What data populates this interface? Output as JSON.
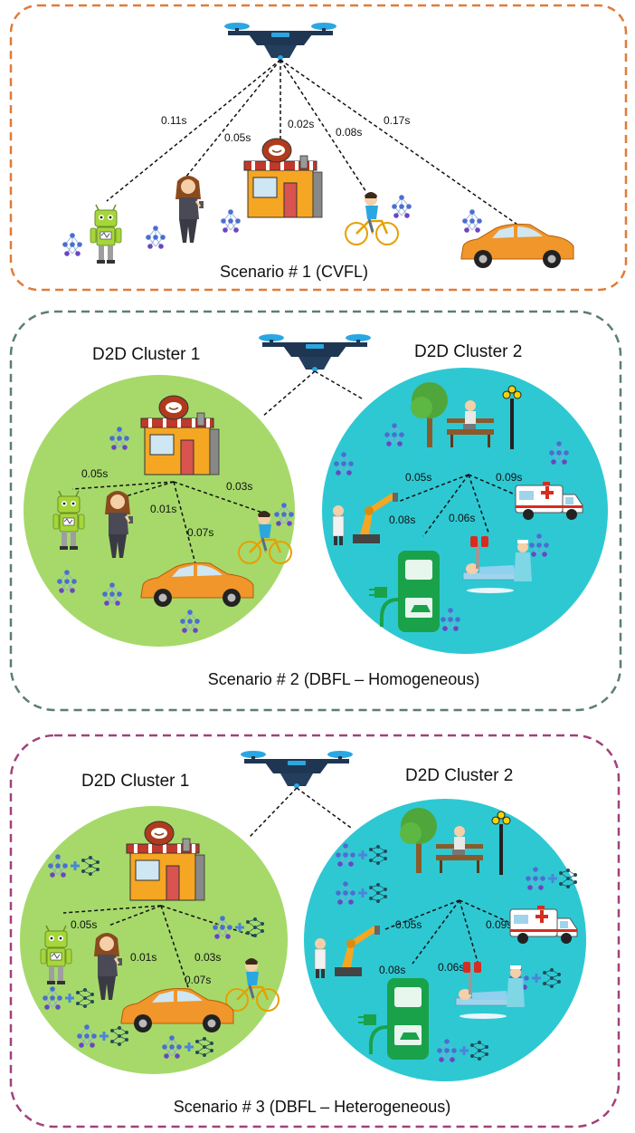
{
  "colors": {
    "panel1_border": "#e07b39",
    "panel2_border": "#5b7f6f",
    "panel3_border": "#a0427a",
    "cluster_green": "#a6d96a",
    "cluster_cyan": "#2ec8d3",
    "drone_body": "#1f3653",
    "drone_rotor": "#2aa7e1"
  },
  "scenario1": {
    "caption": "Scenario # 1 (CVFL)",
    "latencies": [
      "0.11s",
      "0.05s",
      "0.02s",
      "0.08s",
      "0.17s"
    ],
    "devices": [
      "robot",
      "woman-phone",
      "coffee-shop",
      "cyclist",
      "car"
    ]
  },
  "scenario2": {
    "caption": "Scenario # 2 (DBFL – Homogeneous)",
    "cluster1": {
      "title": "D2D Cluster 1",
      "latencies": [
        "0.05s",
        "0.01s",
        "0.07s",
        "0.03s"
      ],
      "devices": [
        "coffee-shop",
        "robot",
        "woman-phone",
        "car",
        "cyclist"
      ]
    },
    "cluster2": {
      "title": "D2D Cluster 2",
      "latencies": [
        "0.05s",
        "0.09s",
        "0.08s",
        "0.06s"
      ],
      "devices": [
        "park-bench",
        "robot-arm",
        "ambulance",
        "ev-charger",
        "hospital-bed"
      ]
    }
  },
  "scenario3": {
    "caption": "Scenario # 3 (DBFL – Heterogeneous)",
    "cluster1": {
      "title": "D2D Cluster 1",
      "latencies": [
        "0.05s",
        "0.01s",
        "0.03s",
        "0.07s"
      ],
      "devices": [
        "coffee-shop",
        "robot",
        "woman-phone",
        "car",
        "cyclist"
      ]
    },
    "cluster2": {
      "title": "D2D Cluster 2",
      "latencies": [
        "0.05s",
        "0.09s",
        "0.08s",
        "0.06s"
      ],
      "devices": [
        "park-bench",
        "robot-arm",
        "ambulance",
        "ev-charger",
        "hospital-bed"
      ]
    }
  }
}
